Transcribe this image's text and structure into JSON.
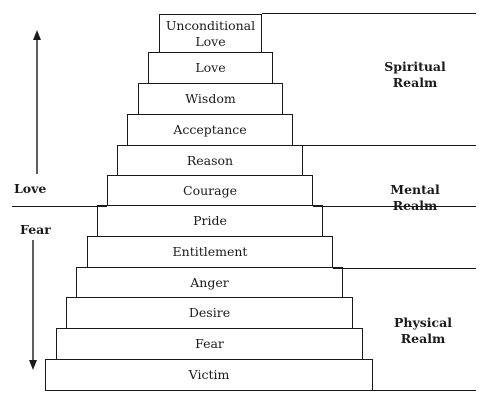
{
  "steps": [
    "Unconditional Love",
    "Love",
    "Wisdom",
    "Acceptance",
    "Reason",
    "Courage",
    "Pride",
    "Entitlement",
    "Anger",
    "Desire",
    "Fear",
    "Victim"
  ],
  "realms": {
    "spiritual": "Spiritual Realm",
    "mental": "Mental Realm",
    "physical": "Physical Realm"
  },
  "side_labels": {
    "love": "Love",
    "fear": "Fear"
  }
}
